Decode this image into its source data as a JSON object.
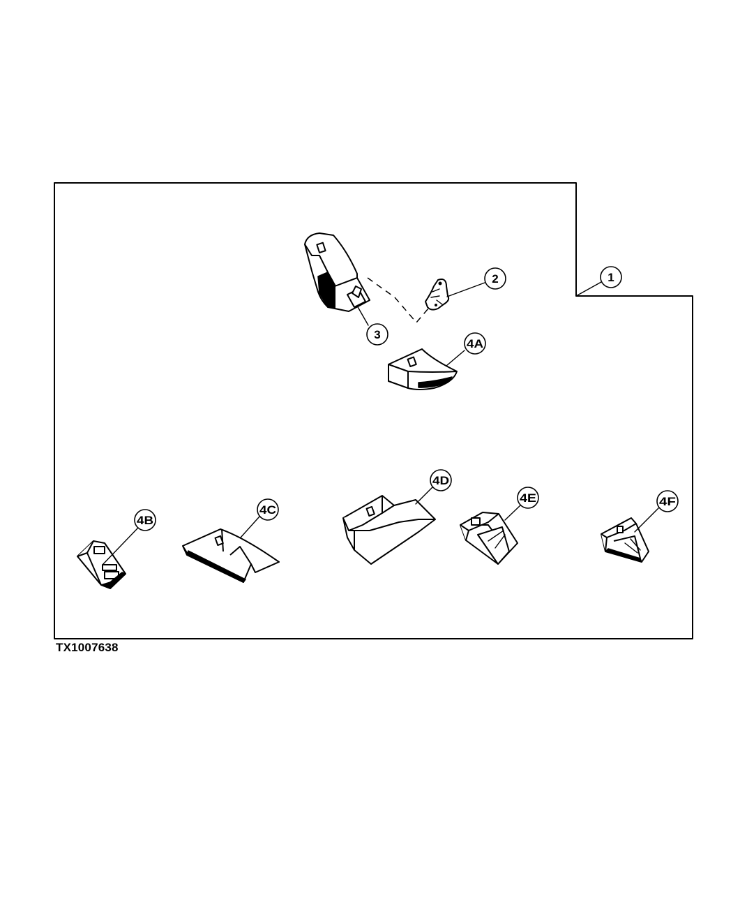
{
  "figure": {
    "id_label": "TX1007638"
  },
  "callouts": {
    "c1": "1",
    "c2": "2",
    "c3": "3",
    "c4a": "4A",
    "c4b": "4B",
    "c4c": "4C",
    "c4d": "4D",
    "c4e": "4E",
    "c4f": "4F"
  },
  "colors": {
    "line": "#000000",
    "background": "#ffffff"
  }
}
